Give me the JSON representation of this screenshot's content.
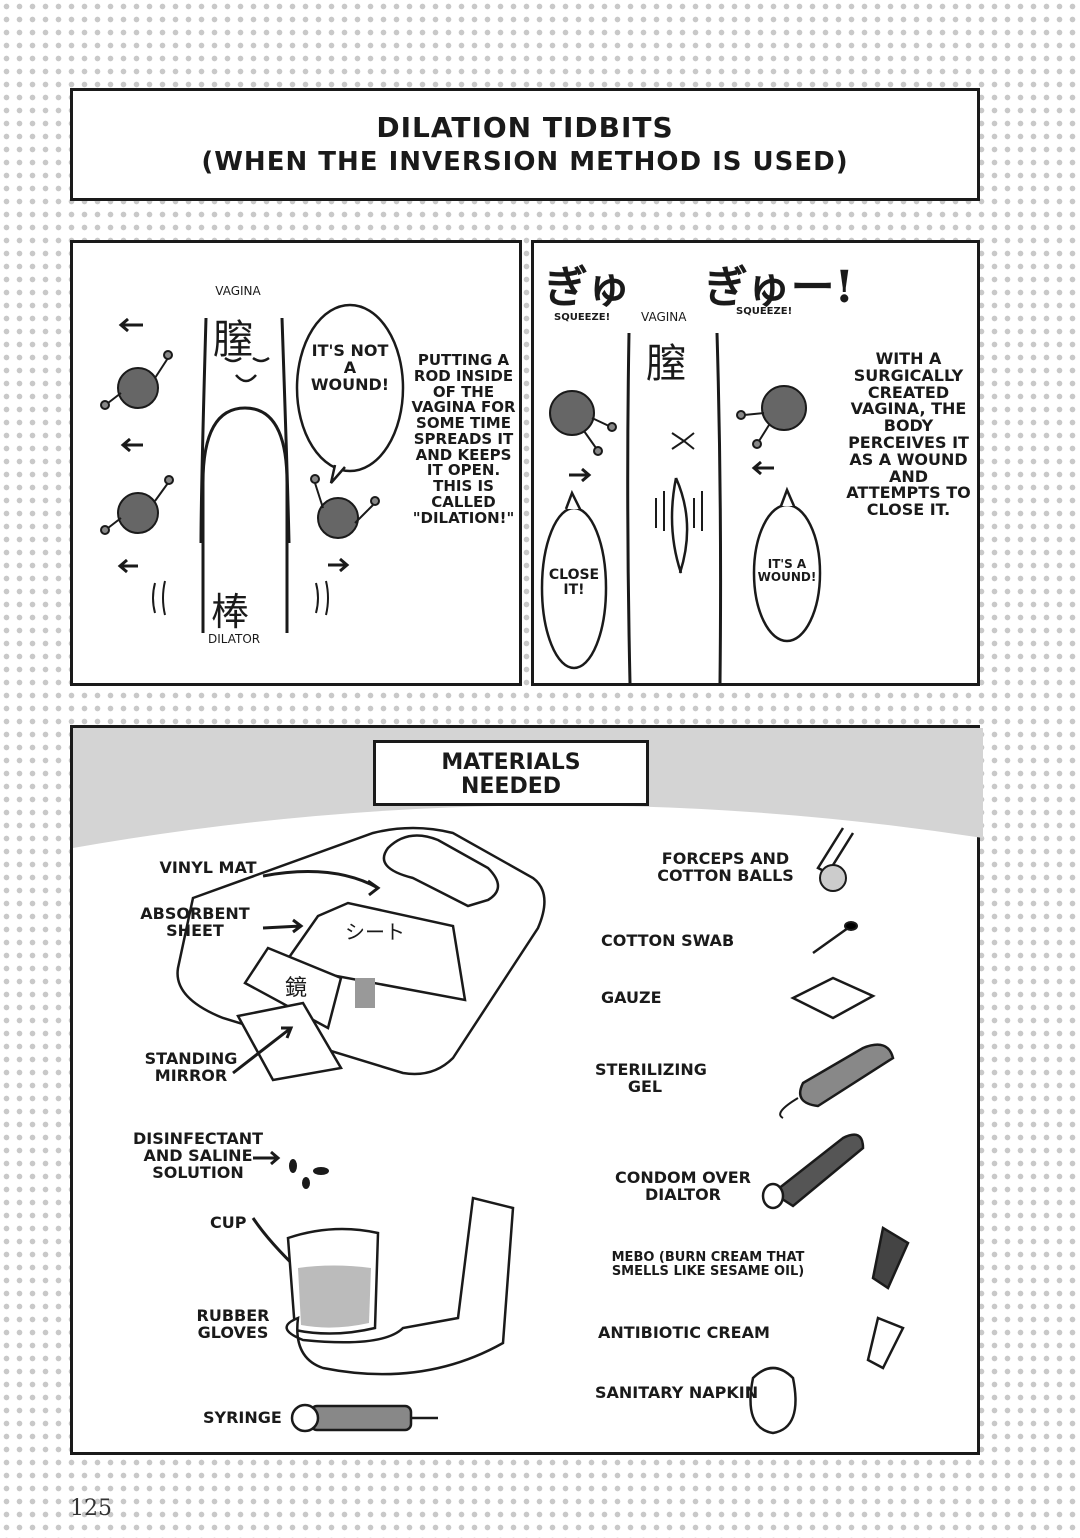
{
  "title": {
    "line1": "DILATION TIDBITS",
    "line2": "(WHEN THE INVERSION METHOD IS USED)"
  },
  "panel_left": {
    "vagina_label": "VAGINA",
    "vagina_kanji": "膣",
    "dilator_kanji": "棒",
    "dilator_label": "DILATOR",
    "speech": "IT'S NOT A WOUND!",
    "narration": "PUTTING A ROD INSIDE OF THE VAGINA FOR SOME TIME SPREADS IT AND KEEPS IT OPEN. THIS IS CALLED \"DILATION!\""
  },
  "panel_right": {
    "sfx_left": "ぎゅ",
    "sfx_right": "ぎゅー!",
    "sfx_left_label": "SQUEEZE!",
    "sfx_right_label": "SQUEEZE!",
    "vagina_label": "VAGINA",
    "vagina_kanji": "膣",
    "speech_left": "CLOSE IT!",
    "speech_right": "IT'S A WOUND!",
    "narration": "WITH A SURGICALLY CREATED VAGINA, THE BODY PERCEIVES IT AS A WOUND AND ATTEMPTS TO CLOSE IT."
  },
  "materials": {
    "heading": "MATERIALS NEEDED",
    "left_items": {
      "vinyl_mat": "VINYL MAT",
      "absorbent_sheet": "ABSORBENT SHEET",
      "sheet_text": "シート",
      "mirror_kanji": "鏡",
      "standing_mirror": "STANDING MIRROR",
      "disinfectant": "DISINFECTANT AND SALINE SOLUTION",
      "cup": "CUP",
      "rubber_gloves": "RUBBER GLOVES",
      "syringe": "SYRINGE"
    },
    "right_items": [
      "FORCEPS AND COTTON BALLS",
      "COTTON SWAB",
      "GAUZE",
      "STERILIZING GEL",
      "CONDOM OVER DIALTOR",
      "MEBO (BURN CREAM THAT SMELLS LIKE SESAME OIL)",
      "ANTIBIOTIC CREAM",
      "SANITARY NAPKIN"
    ]
  },
  "page_number": "125"
}
